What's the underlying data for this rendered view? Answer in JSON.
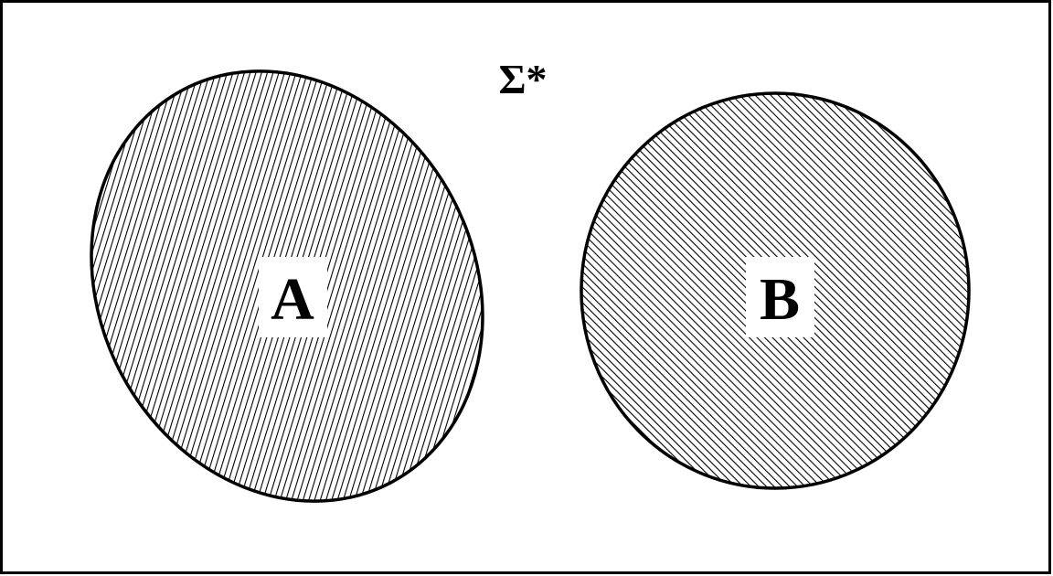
{
  "universe": {
    "label": "Σ*"
  },
  "sets": [
    {
      "id": "A",
      "label": "A",
      "shape": "ellipse",
      "fill": "diagonal-hatch"
    },
    {
      "id": "B",
      "label": "B",
      "shape": "circle",
      "fill": "diagonal-hatch"
    }
  ],
  "relation": "disjoint",
  "colors": {
    "stroke": "#000000",
    "background": "#ffffff",
    "hatch": "#000000",
    "label_box": "#ffffff"
  }
}
